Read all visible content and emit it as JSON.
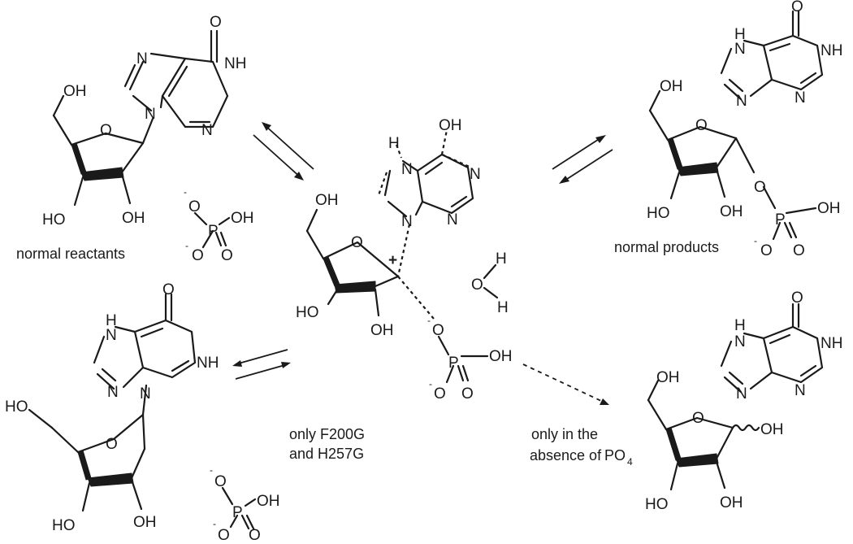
{
  "atoms": {
    "O": "O",
    "N": "N",
    "H": "H",
    "NH": "NH",
    "OH": "OH",
    "HO": "HO",
    "P": "P",
    "minus": "-",
    "plus": "+",
    "H_dot": "H",
    "PO": "PO",
    "sub4": "4"
  },
  "labels": {
    "normal_reactants": "normal reactants",
    "normal_products": "normal products",
    "only_f200g_line1": "only F200G",
    "only_f200g_line2": "and H257G",
    "absence_line1": "only in the",
    "absence_line2": "absence of"
  }
}
